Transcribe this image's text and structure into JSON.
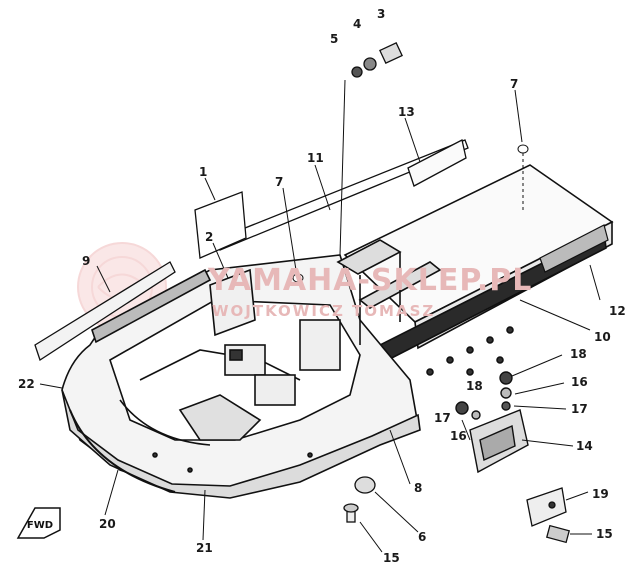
{
  "watermark": {
    "brand": "YAMAHA-SKLEP.PL",
    "subtitle": "WOJTKOWICZ TOMASZ"
  },
  "callouts": [
    {
      "id": "c1",
      "text": "1"
    },
    {
      "id": "c2",
      "text": "2"
    },
    {
      "id": "c3",
      "text": "3"
    },
    {
      "id": "c4",
      "text": "4"
    },
    {
      "id": "c5",
      "text": "5"
    },
    {
      "id": "c6",
      "text": "6"
    },
    {
      "id": "c7a",
      "text": "7"
    },
    {
      "id": "c7b",
      "text": "7"
    },
    {
      "id": "c8",
      "text": "8"
    },
    {
      "id": "c9",
      "text": "9"
    },
    {
      "id": "c10",
      "text": "10"
    },
    {
      "id": "c11",
      "text": "11"
    },
    {
      "id": "c12",
      "text": "12"
    },
    {
      "id": "c13",
      "text": "13"
    },
    {
      "id": "c14",
      "text": "14"
    },
    {
      "id": "c15a",
      "text": "15"
    },
    {
      "id": "c15b",
      "text": "15"
    },
    {
      "id": "c16a",
      "text": "16"
    },
    {
      "id": "c16b",
      "text": "16"
    },
    {
      "id": "c17a",
      "text": "17"
    },
    {
      "id": "c17b",
      "text": "17"
    },
    {
      "id": "c18a",
      "text": "18"
    },
    {
      "id": "c18b",
      "text": "18"
    },
    {
      "id": "c19",
      "text": "19"
    },
    {
      "id": "c20",
      "text": "20"
    },
    {
      "id": "c21",
      "text": "21"
    },
    {
      "id": "c22",
      "text": "22"
    }
  ],
  "fwd_marker": "FWD"
}
